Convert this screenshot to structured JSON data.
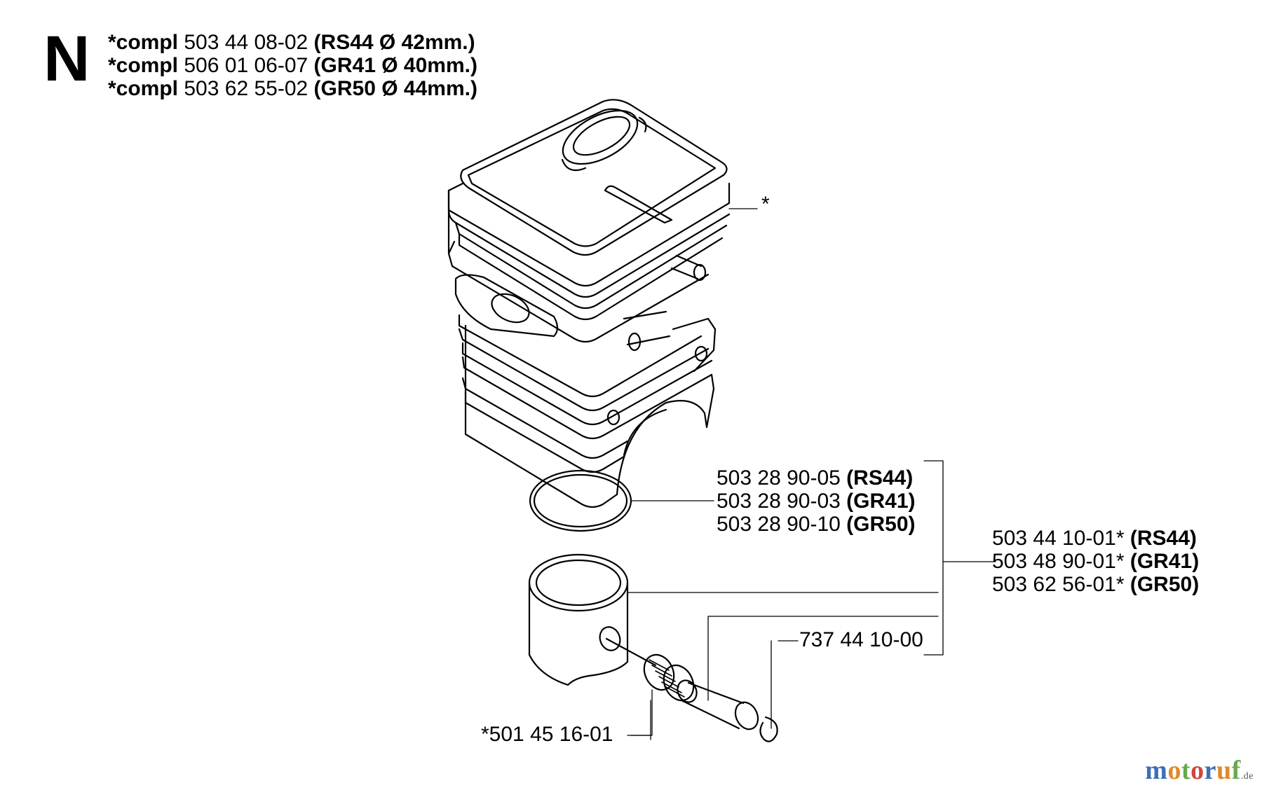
{
  "section_letter": "N",
  "header": [
    {
      "prefix": "*compl",
      "part": "503 44 08-02",
      "spec": "(RS44 Ø 42mm.)"
    },
    {
      "prefix": "*compl",
      "part": "506 01 06-07",
      "spec": "(GR41 Ø 40mm.)"
    },
    {
      "prefix": "*compl",
      "part": "503 62 55-02",
      "spec": "(GR50 Ø 44mm.)"
    }
  ],
  "cylinder_callout": "*",
  "ring_labels": [
    {
      "part": "503 28 90-05",
      "model": "(RS44)"
    },
    {
      "part": "503 28 90-03",
      "model": "(GR41)"
    },
    {
      "part": "503 28 90-10",
      "model": "(GR50)"
    }
  ],
  "piston_labels": [
    {
      "part": "503 44 10-01*",
      "model": "(RS44)"
    },
    {
      "part": "503 48 90-01*",
      "model": "(GR41)"
    },
    {
      "part": "503 62 56-01*",
      "model": "(GR50)"
    }
  ],
  "circlip_label": "737 44 10-00",
  "bearing_label": "*501 45 16-01",
  "logo": {
    "main": "motoruf",
    "suffix": ".de",
    "colors": [
      "#3d6fb6",
      "#e0892b",
      "#6aa84f",
      "#d0463c",
      "#3d6fb6",
      "#e0892b",
      "#6aa84f"
    ]
  }
}
